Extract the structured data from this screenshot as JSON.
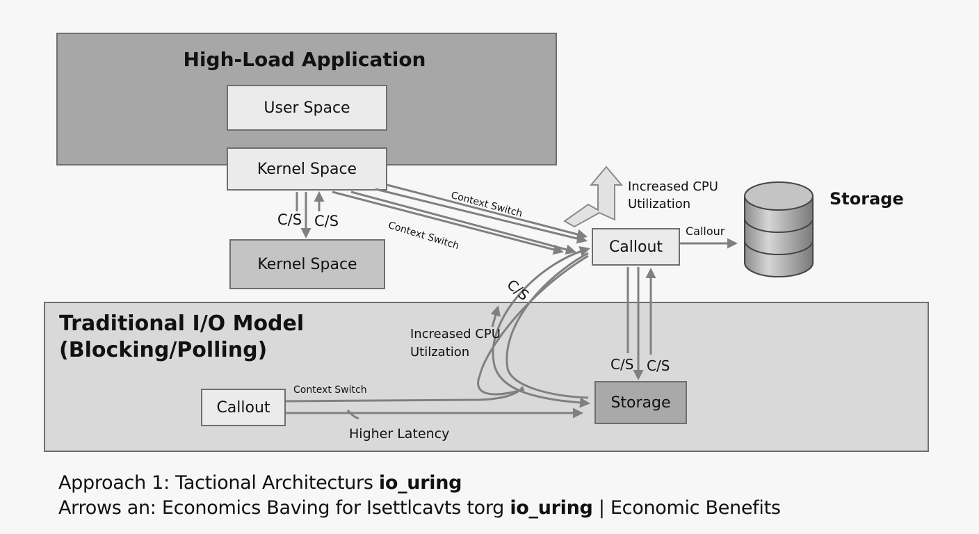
{
  "app": {
    "title": "High-Load Application",
    "user_space": "User Space",
    "kernel_space_top": "Kernel Space"
  },
  "kernel_space_lower": "Kernel Space",
  "traditional": {
    "title_line1": "Traditional I/O Model",
    "title_line2": "(Blocking/Polling)",
    "callout": "Callout",
    "storage": "Storage",
    "context_switch": "Context Switch",
    "higher_latency": "Higher Latency",
    "increased_cpu_line1": "Increased CPU",
    "increased_cpu_line2": "Utilzation"
  },
  "right": {
    "callout": "Callout",
    "callout_arrow_label": "Callour",
    "storage_label": "Storage",
    "increased_cpu_line1": "Increased CPU",
    "increased_cpu_line2": "Utilization"
  },
  "arrows": {
    "context_switch_1": "Context Switch",
    "context_switch_2": "Context Switch",
    "cs_left_1": "C/S",
    "cs_left_2": "C/S",
    "cs_diagonal": "C/S",
    "cs_right_1": "C/S",
    "cs_right_2": "C/S"
  },
  "caption": {
    "line1_text": "Approach 1: Tactional Architecturs ",
    "line1_bold": "io_uring",
    "line2_text": "Arrows an: Economics Baving for Isettlcavts torg ",
    "line2_bold": "io_uring",
    "line2_tail": " | Economic Benefits"
  },
  "colors": {
    "app_panel": "#a7a7a7",
    "light_box": "#ebebeb",
    "kernel_lower": "#c4c4c4",
    "traditional_panel": "#d9d9d9",
    "storage_box": "#a9a9a9",
    "arrow": "#808080"
  }
}
